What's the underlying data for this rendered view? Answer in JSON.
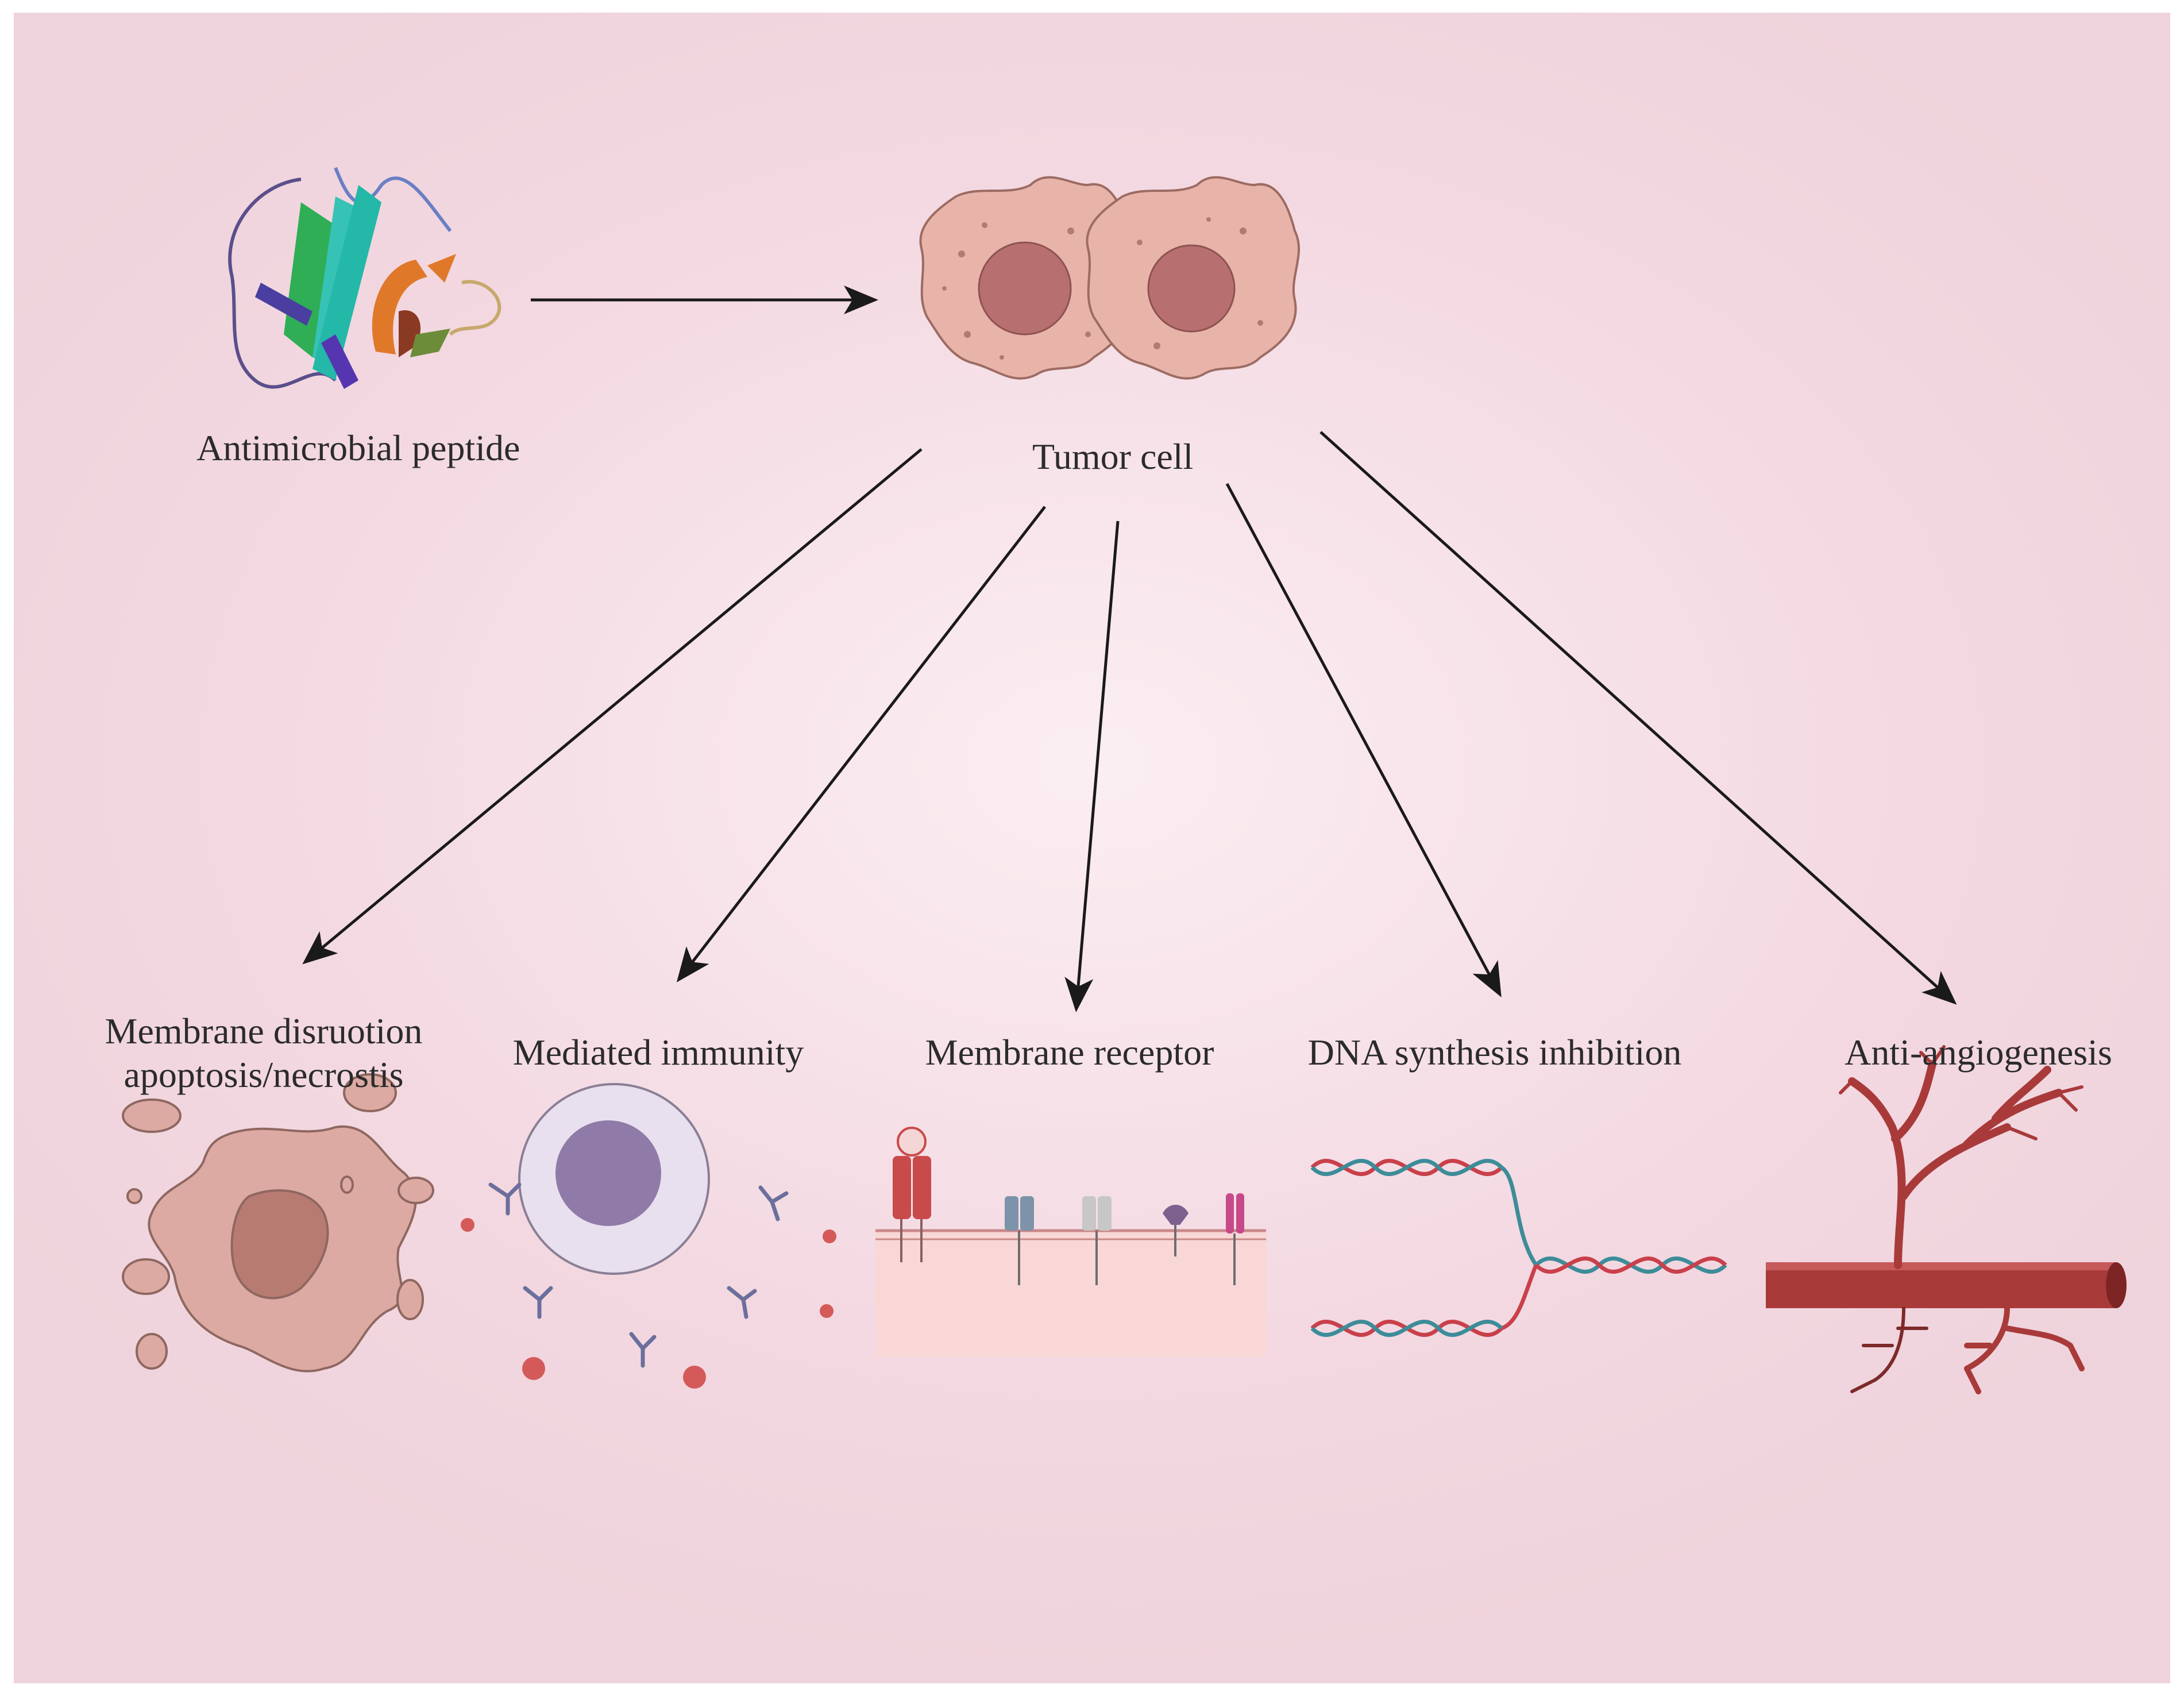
{
  "source": {
    "label": "Antimicrobial peptide"
  },
  "target": {
    "label": "Tumor cell"
  },
  "mechanisms": [
    {
      "line1": "Membrane disruotion",
      "line2": "apoptosis/necrostis"
    },
    {
      "line1": "Mediated immunity"
    },
    {
      "line1": "Membrane receptor"
    },
    {
      "line1": "DNA synthesis inhibition"
    },
    {
      "line1": "Anti-angiogenesis"
    }
  ],
  "colors": {
    "background": "#f1d7e0",
    "cell": "#e8b4aa",
    "nucleus": "#b86f6f",
    "arrow": "#1a1a1a",
    "vessel": "#a93a3a",
    "dna_red": "#c9404a",
    "dna_teal": "#3d8c99"
  }
}
